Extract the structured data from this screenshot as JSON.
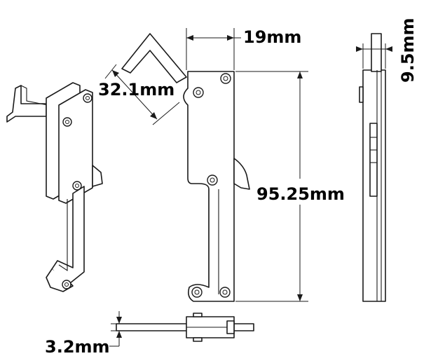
{
  "dimensions": {
    "width": "19mm",
    "hook_length": "32.1mm",
    "height": "95.25mm",
    "thickness": "9.5mm",
    "plate_thickness": "3.2mm"
  },
  "colors": {
    "line": "#1a1a1a",
    "text": "#000000",
    "background": "#ffffff"
  }
}
